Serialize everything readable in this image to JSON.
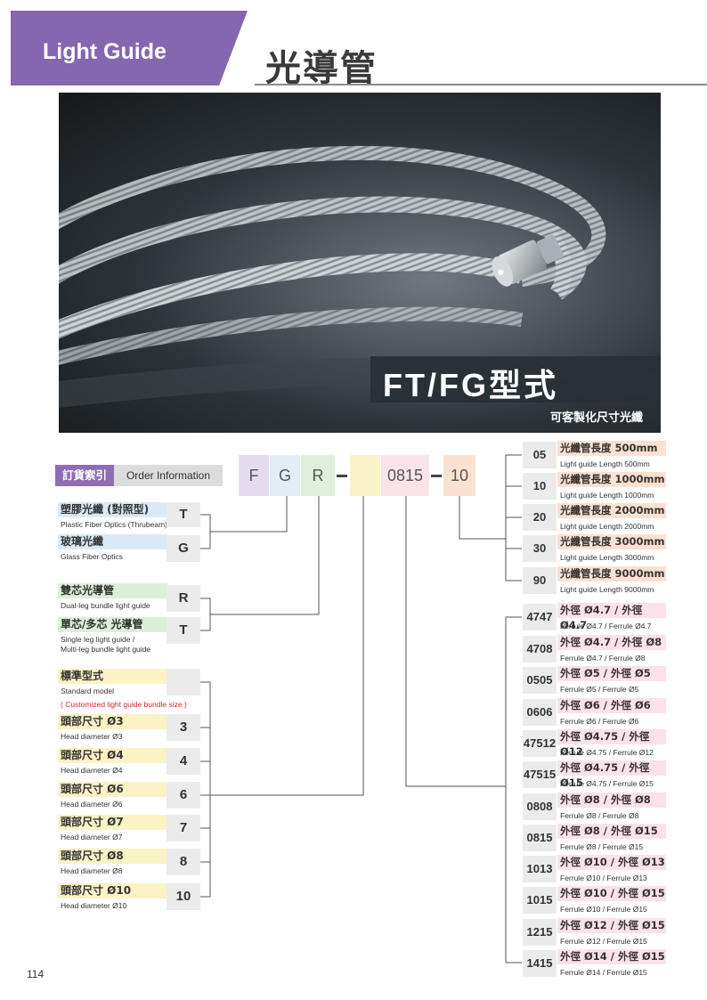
{
  "header": {
    "title_en": "Light Guide",
    "title_zh": "光導管"
  },
  "hero": {
    "title": "FT/FG型式",
    "subtitle": "可客製化尺寸光纖"
  },
  "order": {
    "label_zh": "訂貨索引",
    "label_en": "Order Information",
    "code": {
      "c1": "F",
      "c2": "G",
      "c3": "R",
      "c4": "",
      "c5": "0815",
      "c6": "10"
    }
  },
  "type_options": [
    {
      "zh": "塑膠光纖 (對照型)",
      "en": "Plastic Fiber Optics (Thrubeam)",
      "code": "T"
    },
    {
      "zh": "玻璃光纖",
      "en": "Glass Fiber Optics",
      "code": "G"
    }
  ],
  "leg_options": [
    {
      "zh": "雙芯光導管",
      "en": "Dual-leg bundle light guide",
      "code": "R"
    },
    {
      "zh": "單芯/多芯 光導管",
      "en1": "Single leg light guide /",
      "en2": "Multi-leg bundle light guide",
      "code": "T"
    }
  ],
  "model_options": {
    "standard": {
      "zh": "標準型式",
      "en": "Standard model",
      "code": ""
    },
    "note": "( Customized light guide bundle size )",
    "heads": [
      {
        "zh": "頭部尺寸 Ø3",
        "en": "Head diameter Ø3",
        "code": "3"
      },
      {
        "zh": "頭部尺寸 Ø4",
        "en": "Head diameter Ø4",
        "code": "4"
      },
      {
        "zh": "頭部尺寸 Ø6",
        "en": "Head diameter Ø6",
        "code": "6"
      },
      {
        "zh": "頭部尺寸 Ø7",
        "en": "Head diameter Ø7",
        "code": "7"
      },
      {
        "zh": "頭部尺寸 Ø8",
        "en": "Head diameter Ø8",
        "code": "8"
      },
      {
        "zh": "頭部尺寸 Ø10",
        "en": "Head diameter Ø10",
        "code": "10"
      }
    ]
  },
  "length_options": [
    {
      "code": "05",
      "zh": "光纖管長度 500mm",
      "en": "Light guide Length 500mm"
    },
    {
      "code": "10",
      "zh": "光纖管長度 1000mm",
      "en": "Light guide Length 1000mm"
    },
    {
      "code": "20",
      "zh": "光纖管長度 2000mm",
      "en": "Light guide Length 2000mm"
    },
    {
      "code": "30",
      "zh": "光纖管長度 3000mm",
      "en": "Light guide Length 3000mm"
    },
    {
      "code": "90",
      "zh": "光纖管長度 9000mm",
      "en": "Light guide Length 9000mm"
    }
  ],
  "ferrule_options": [
    {
      "code": "4747",
      "zh": "外徑 Ø4.7 / 外徑 Ø4.7",
      "en": "Ferrule Ø4.7 / Ferrule Ø4.7"
    },
    {
      "code": "4708",
      "zh": "外徑 Ø4.7 / 外徑 Ø8",
      "en": "Ferrule Ø4.7 / Ferrule Ø8"
    },
    {
      "code": "0505",
      "zh": "外徑 Ø5 / 外徑 Ø5",
      "en": "Ferrule Ø5 / Ferrule Ø5"
    },
    {
      "code": "0606",
      "zh": "外徑 Ø6 / 外徑 Ø6",
      "en": "Ferrule Ø6 / Ferrule Ø6"
    },
    {
      "code": "47512",
      "zh": "外徑 Ø4.75 / 外徑 Ø12",
      "en": "Ferrule Ø4.75 / Ferrule Ø12"
    },
    {
      "code": "47515",
      "zh": "外徑 Ø4.75 / 外徑 Ø15",
      "en": "Ferrule Ø4.75 / Ferrule Ø15"
    },
    {
      "code": "0808",
      "zh": "外徑 Ø8 / 外徑 Ø8",
      "en": "Ferrule Ø8 / Ferrule Ø8"
    },
    {
      "code": "0815",
      "zh": "外徑 Ø8 / 外徑 Ø15",
      "en": "Ferrule Ø8 / Ferrule Ø15"
    },
    {
      "code": "1013",
      "zh": "外徑 Ø10 / 外徑 Ø13",
      "en": "Ferrule Ø10 / Ferrule Ø13"
    },
    {
      "code": "1015",
      "zh": "外徑 Ø10 / 外徑 Ø15",
      "en": "Ferrule Ø10 / Ferrule Ø15"
    },
    {
      "code": "1215",
      "zh": "外徑 Ø12 / 外徑 Ø15",
      "en": "Ferrule Ø12 / Ferrule Ø15"
    },
    {
      "code": "1415",
      "zh": "外徑 Ø14 / 外徑 Ø15",
      "en": "Ferrule Ø14 / Ferrule Ø15"
    }
  ],
  "page_number": "114"
}
